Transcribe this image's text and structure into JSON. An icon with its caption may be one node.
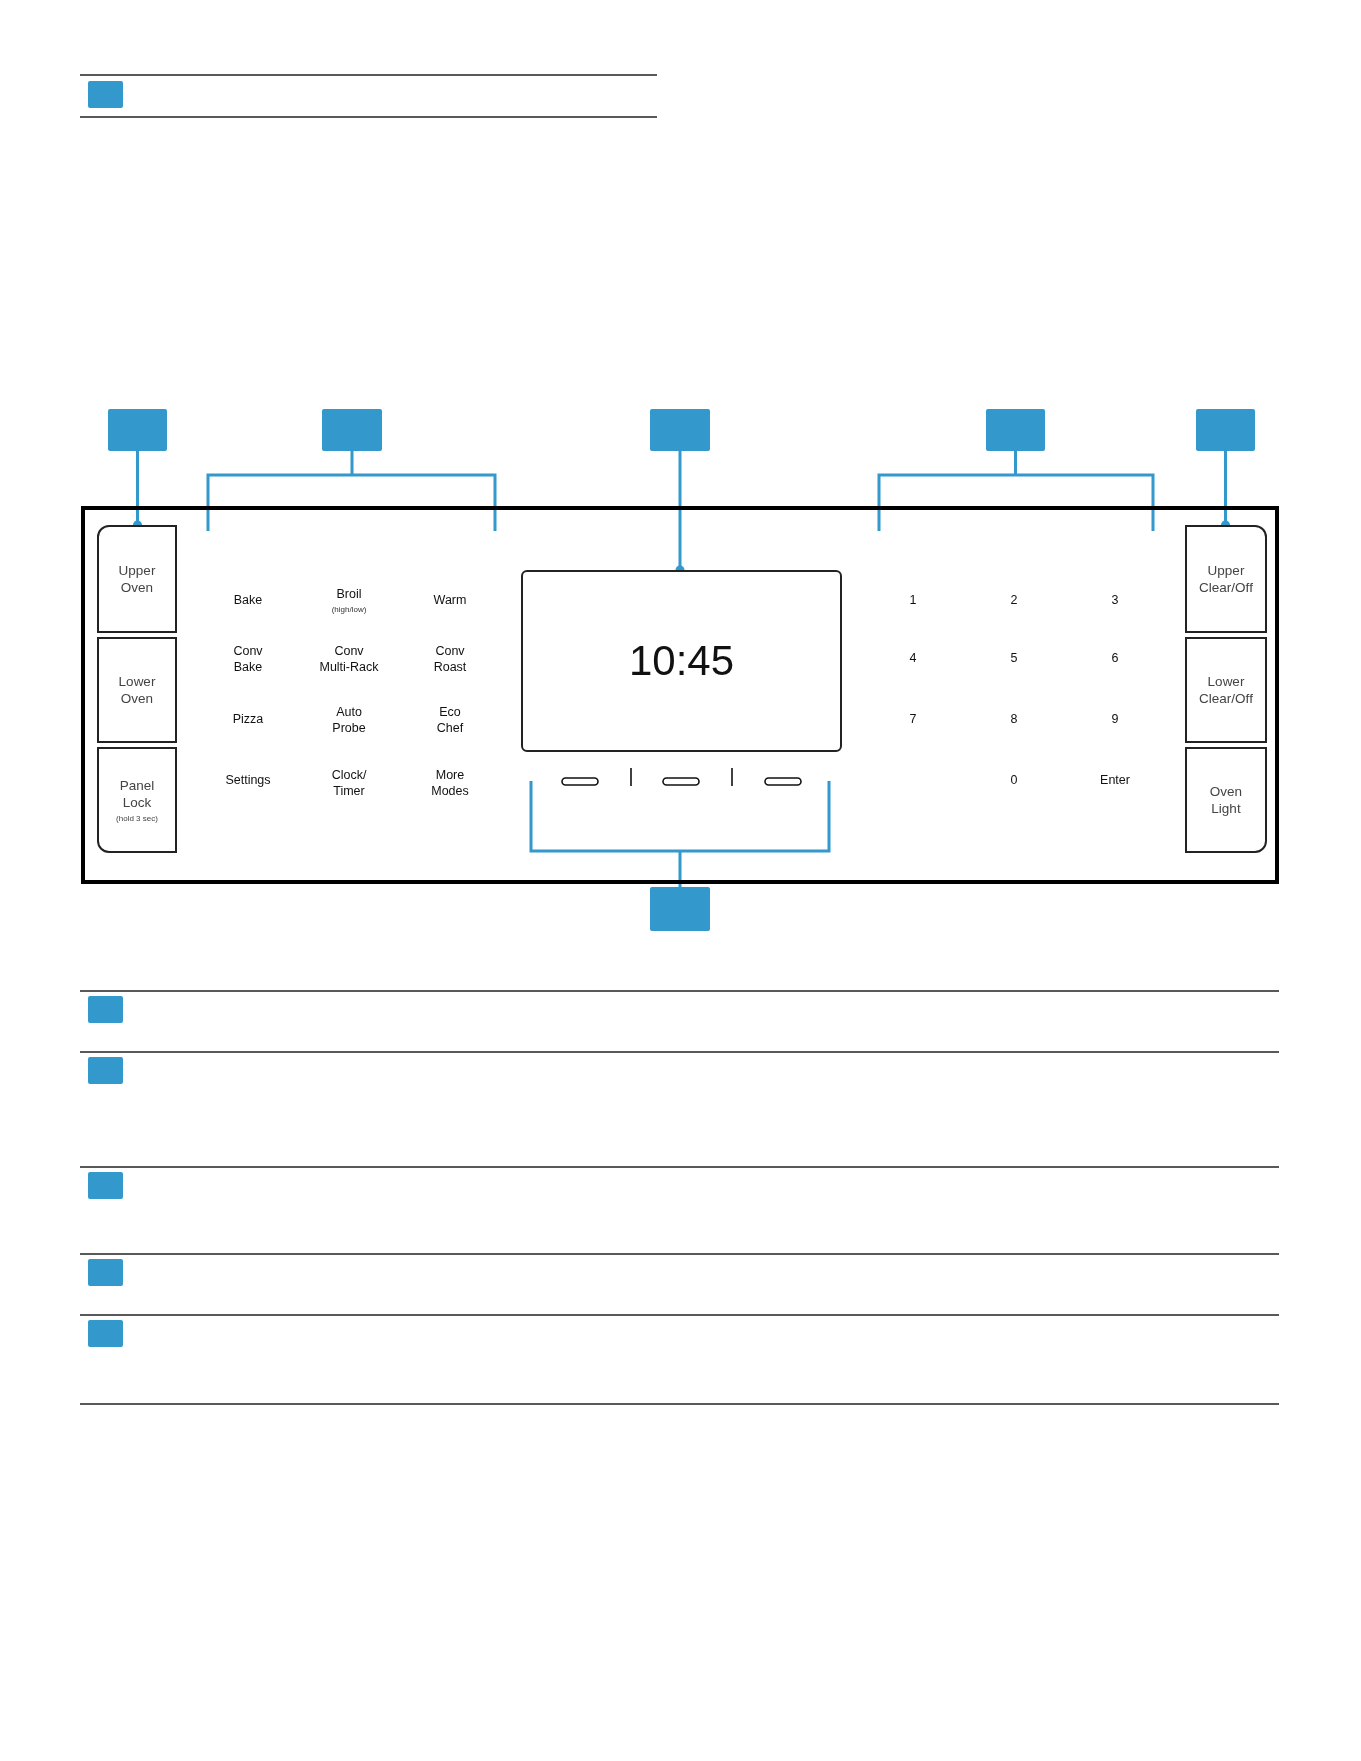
{
  "diagram": {
    "nodes": [
      {
        "text": [],
        "shape": "box"
      },
      {
        "text": [],
        "shape": "box"
      },
      {
        "text": [],
        "shape": "box"
      },
      {
        "text": [],
        "shape": "box"
      },
      {
        "text": [],
        "shape": "box"
      },
      {
        "text": [],
        "shape": "box"
      },
      {
        "text": [],
        "shape": "box"
      },
      {
        "text": [
          "Upper Oven"
        ],
        "in": 6
      },
      {
        "text": [
          "Lower Oven"
        ],
        "in": 6
      },
      {
        "text": [
          "Panel Lock",
          "(hold 3 sec)"
        ],
        "in": 6
      },
      {
        "text": [
          "10:45"
        ],
        "in": 6
      },
      {
        "text": [
          "Upper Clear/Off"
        ],
        "in": 6
      },
      {
        "text": [
          "Lower Clear/Off"
        ],
        "in": 6
      },
      {
        "text": [
          "Oven Light"
        ],
        "in": 6
      },
      {
        "text": [],
        "shape": "box"
      },
      {
        "text": [],
        "shape": "box"
      },
      {
        "text": [],
        "shape": "box"
      },
      {
        "text": [],
        "shape": "box"
      },
      {
        "text": [],
        "shape": "box"
      },
      {
        "text": [],
        "shape": "box"
      }
    ],
    "edges": [
      {
        "from": 1,
        "to": 7,
        "arrow": "other"
      },
      {
        "from": 2,
        "to": null,
        "arrow": "none"
      },
      {
        "from": 3,
        "to": 10,
        "arrow": "other"
      },
      {
        "from": 4,
        "to": null,
        "arrow": "none"
      },
      {
        "from": 5,
        "to": 11,
        "arrow": "other"
      },
      {
        "from": 14,
        "to": null,
        "arrow": "none"
      }
    ],
    "labels": [
      "Bake",
      "Broil",
      "(high/low)",
      "Warm",
      "1",
      "2",
      "3",
      "Conv Bake",
      "Conv Multi-Rack",
      "Conv Roast",
      "4",
      "5",
      "6",
      "Pizza",
      "Auto Probe",
      "Eco Chef",
      "7",
      "8",
      "9",
      "Settings",
      "Clock/ Timer",
      "More Modes",
      "0",
      "Enter"
    ]
  }
}
